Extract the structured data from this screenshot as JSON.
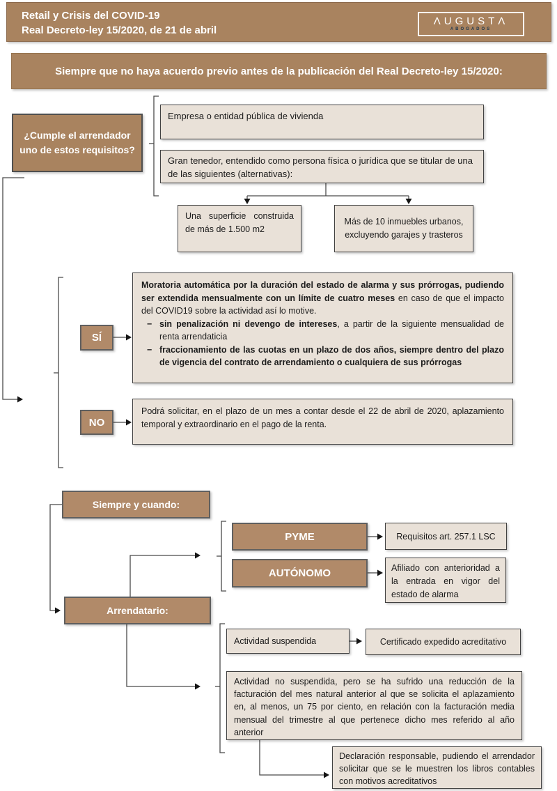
{
  "header": {
    "title_line1": "Retail y Crisis del COVID-19",
    "title_line2": "Real Decreto-ley 15/2020, de 21 de abril",
    "logo_name": "ΛUGUSTΛ",
    "logo_subtitle": "ABOGADOS"
  },
  "banner": {
    "text": "Siempre que no haya acuerdo previo antes de la publicación del Real Decreto-ley 15/2020:"
  },
  "question": {
    "text": "¿Cumple el arrendador uno de estos requisitos?"
  },
  "requirements": {
    "option1": "Empresa o entidad pública de vivienda",
    "option2": "Gran tenedor, entendido como persona física o jurídica que se titular de una de las siguientes (alternativas):",
    "alternative1": "Una superficie construida de más de 1.500 m2",
    "alternative2": "Más de 10 inmuebles urbanos, excluyendo garajes y trasteros"
  },
  "yes_branch": {
    "label": "SÍ",
    "para_bold": "Moratoria automática por la duración del estado de alarma y sus prórrogas, pudiendo ser extendida mensualmente con un límite de cuatro meses",
    "para_rest": " en caso de que el impacto del COVID19 sobre la actividad así lo motive.",
    "bullets": [
      {
        "dash": "−",
        "bold": "sin penalización ni devengo de intereses",
        "rest": ", a partir de la siguiente mensualidad de renta arrendaticia"
      },
      {
        "dash": "−",
        "bold": "fraccionamiento de las cuotas en un plazo de dos años, siempre dentro del plazo de vigencia del contrato de arrendamiento o cualquiera de sus prórrogas",
        "rest": ""
      }
    ]
  },
  "no_branch": {
    "label": "NO",
    "text": "Podrá solicitar, en el plazo de un mes a contar desde el 22 de abril de 2020, aplazamiento temporal y extraordinario en el pago de la renta."
  },
  "conditions": {
    "heading": "Siempre y cuando:",
    "tenant_label": "Arrendatario:",
    "pyme_label": "PYME",
    "pyme_requirement": "Requisitos art. 257.1 LSC",
    "autonomo_label": "AUTÓNOMO",
    "autonomo_requirement": "Afiliado con anterioridad a la entrada en vigor del estado de alarma",
    "activity_suspended": "Actividad suspendida",
    "activity_suspended_proof": "Certificado expedido acreditativo",
    "activity_not_suspended": "Actividad no suspendida, pero se ha sufrido una reducción de la facturación del mes natural anterior al que se solicita el aplazamiento en, al menos, un 75 por ciento, en relación con la facturación media mensual del trimestre al que pertenece dicho mes referido al año anterior",
    "activity_not_suspended_proof": "Declaración responsable, pudiendo el arrendador solicitar que se le muestren los libros contables con motivos acreditativos"
  },
  "colors": {
    "brown": "#a9835f",
    "brown_light": "#b18a69",
    "beige": "#e9e1d8",
    "line": "#4a4a4a",
    "logo_subtitle_color": "#1e3850"
  }
}
